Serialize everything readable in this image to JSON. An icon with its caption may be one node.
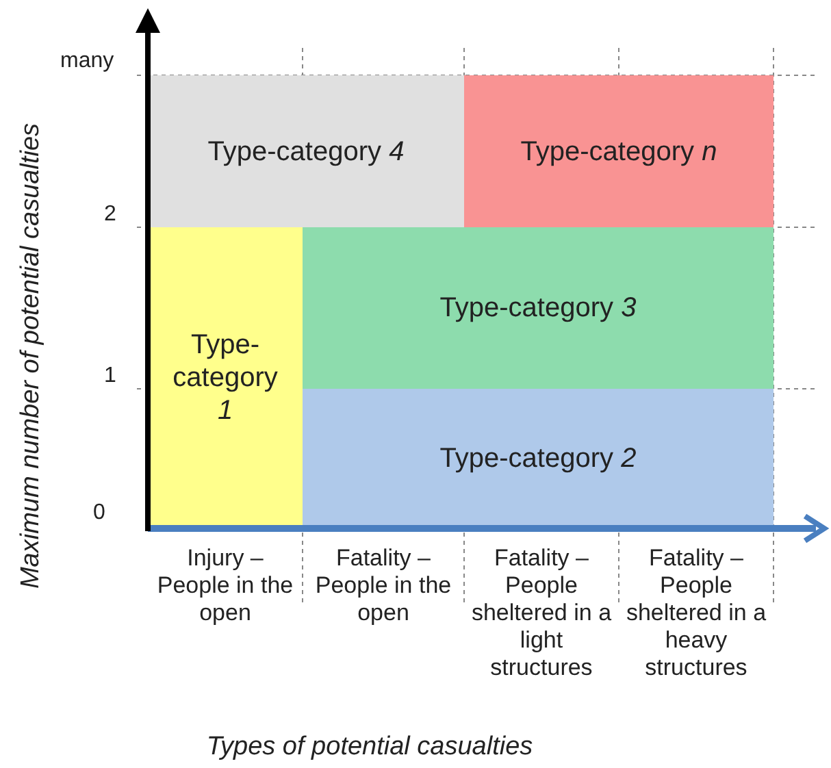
{
  "diagram": {
    "nodes": [
      {
        "text": [
          "Type-category *4*"
        ]
      },
      {
        "text": [
          "Type-category *n*"
        ]
      },
      {
        "text": [
          "Type-category *1*"
        ]
      },
      {
        "text": [
          "Type-category *3*"
        ]
      },
      {
        "text": [
          "Type-category *2*"
        ]
      }
    ],
    "labels": [
      "many",
      "2",
      "1",
      "0",
      "Maximum number of potential casualties",
      "Injury – People in the open",
      "Fatality – People in the open",
      "Fatality – People sheltered in a light structures",
      "Fatality – People sheltered in a heavy structures",
      "Types of potential casualties"
    ]
  }
}
